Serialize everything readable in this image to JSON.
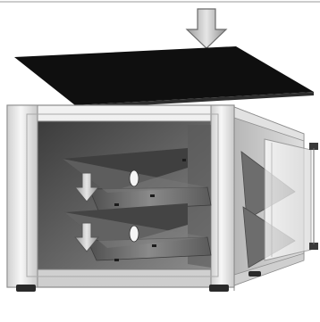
{
  "figure": {
    "type": "assembly-diagram",
    "text": "",
    "parts": [
      {
        "name": "top-panel",
        "color": "#0f0f0f"
      },
      {
        "name": "cabinet-frame",
        "color": "#e9e9e9"
      },
      {
        "name": "inner-shelves",
        "color": "#5e5e5e"
      },
      {
        "name": "side-hinge-door",
        "color": "#f4f4f4"
      }
    ],
    "icons": [
      "down-arrow-icon",
      "down-arrow-icon",
      "down-arrow-icon"
    ],
    "colors": {
      "background": "#ffffff",
      "panel": "#0f0f0f",
      "frame_light": "#f0f0f0",
      "frame_mid": "#c8c8c8",
      "interior_dark": "#4b4b4b",
      "shelf": "#686868",
      "arrow": "#bdbdbd",
      "foot": "#2a2a2a"
    }
  }
}
